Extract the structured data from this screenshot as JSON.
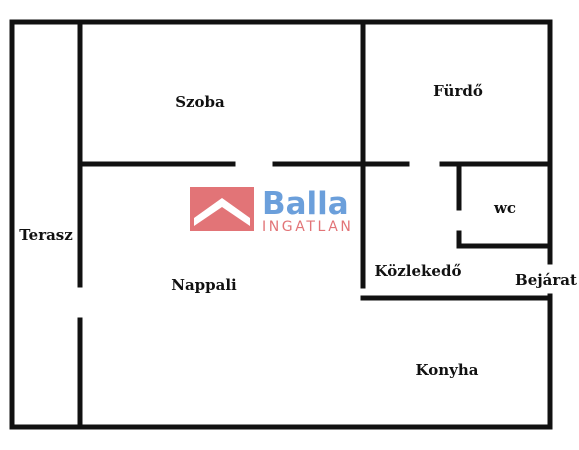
{
  "rooms": {
    "szoba": "Szoba",
    "furdo": "Fürdő",
    "wc": "wc",
    "terasz": "Terasz",
    "nappali": "Nappali",
    "kozlekedo": "Közlekedő",
    "bejarat": "Bejárat",
    "konyha": "Konyha"
  },
  "watermark": {
    "brand": "Balla",
    "sub": "INGATLAN",
    "brand_color": "#3a7fd0",
    "accent_color": "#d9464a"
  }
}
